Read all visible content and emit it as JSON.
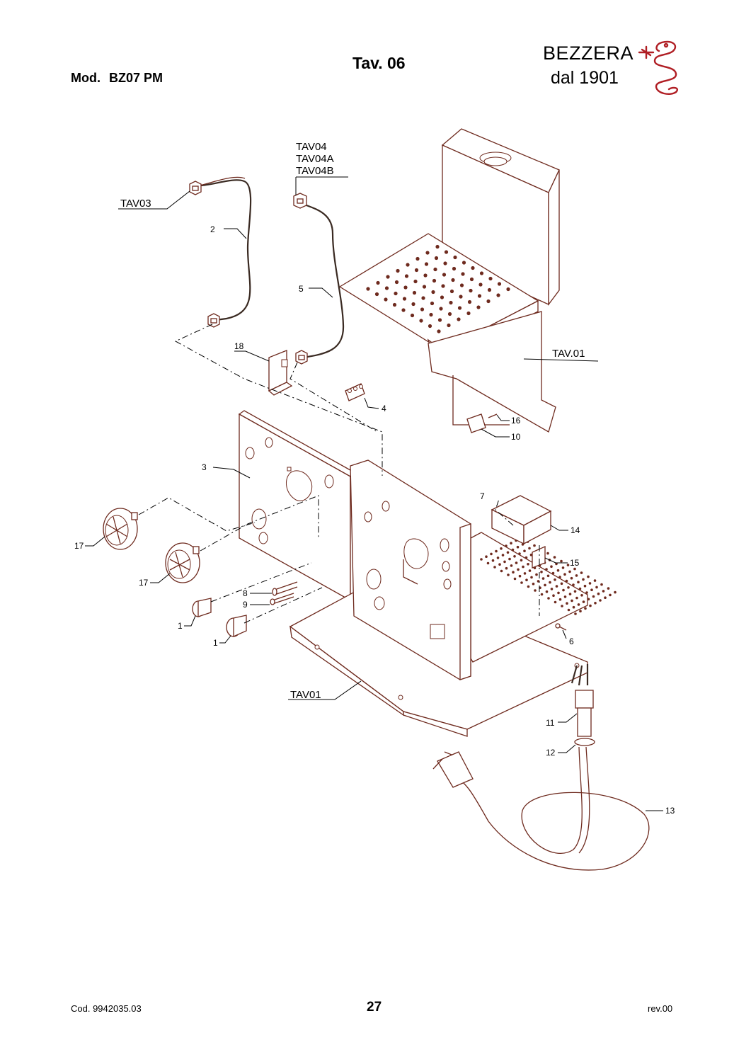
{
  "header": {
    "model_label": "Mod.",
    "model_value": "BZ07 PM",
    "table_title": "Tav. 06",
    "brand_name": "BEZZERA",
    "brand_since": "dal 1901",
    "logo_icon": "serpent-logo-icon",
    "accent_color": "#b01e24"
  },
  "diagram": {
    "references": {
      "tav03": "TAV03",
      "tav04": "TAV04",
      "tav04a": "TAV04A",
      "tav04b": "TAV04B",
      "tav_01_upper": "TAV.01",
      "tav01_lower": "TAV01"
    },
    "callouts": {
      "c2": "2",
      "c5": "5",
      "c18": "18",
      "c4": "4",
      "c16": "16",
      "c10": "10",
      "c3": "3",
      "c7": "7",
      "c14": "14",
      "c15": "15",
      "c17a": "17",
      "c17b": "17",
      "c8": "8",
      "c9": "9",
      "c1a": "1",
      "c1b": "1",
      "c6": "6",
      "c11": "11",
      "c12": "12",
      "c13": "13"
    }
  },
  "footer": {
    "code": "Cod. 9942035.03",
    "page": "27",
    "revision": "rev.00"
  }
}
